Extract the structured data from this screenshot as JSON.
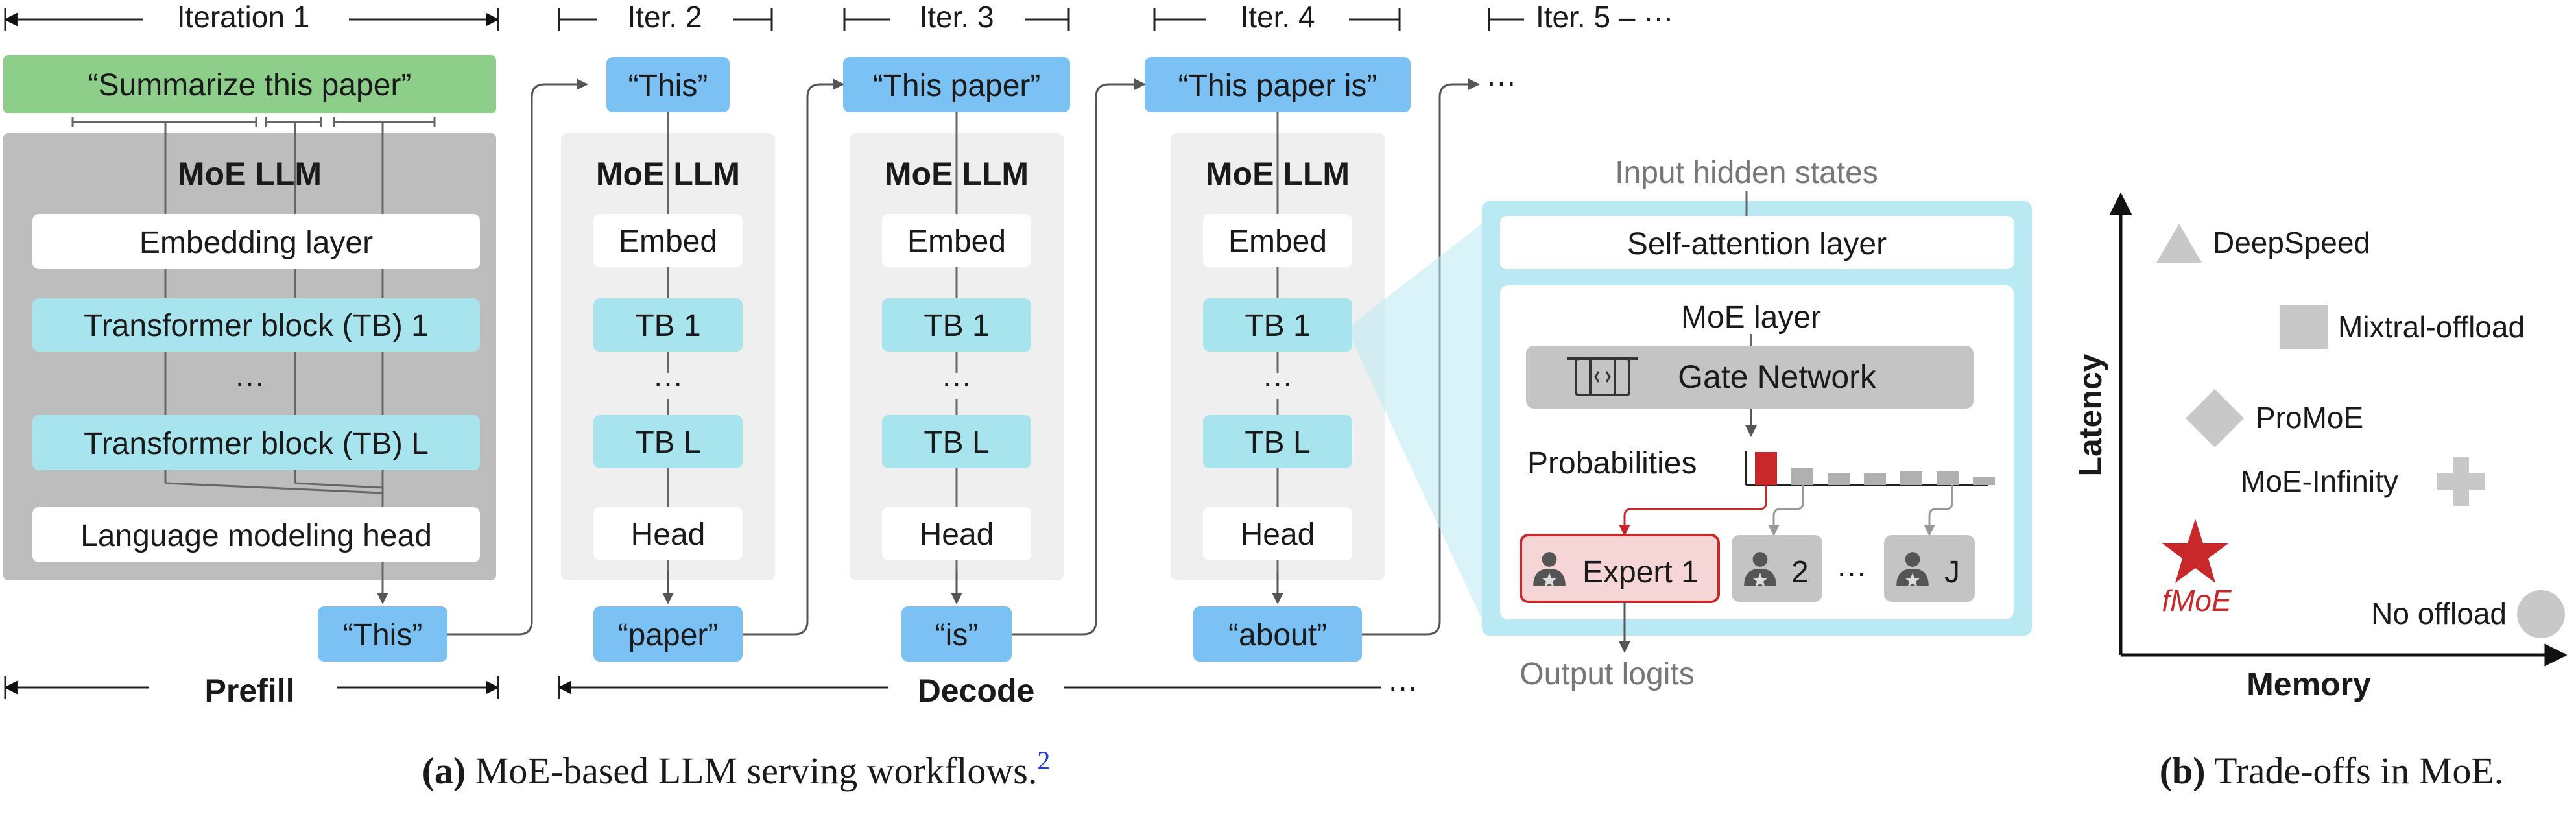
{
  "iterations": {
    "iter1": "Iteration 1",
    "iter2": "Iter. 2",
    "iter3": "Iter. 3",
    "iter4": "Iter. 4",
    "iter5": "Iter. 5 – ···"
  },
  "prompt": "“Summarize this paper”",
  "llm_title": "MoE LLM",
  "prefill_block": {
    "embedding": "Embedding layer",
    "tb1": "Transformer block (TB) 1",
    "dots": "···",
    "tbl": "Transformer block (TB) L",
    "head": "Language modeling head"
  },
  "decode_block": {
    "embed": "Embed",
    "tb1": "TB 1",
    "dots": "···",
    "tbl": "TB L",
    "head": "Head"
  },
  "inputs": {
    "in2": "“This”",
    "in3": "“This paper”",
    "in4": "“This paper is”",
    "in5": "···"
  },
  "outputs": {
    "out1": "“This”",
    "out2": "“paper”",
    "out3": "“is”",
    "out4": "“about”"
  },
  "phases": {
    "prefill": "Prefill",
    "decode": "Decode",
    "decode_cont": "···"
  },
  "detail": {
    "input_states": "Input hidden states",
    "self_attention": "Self-attention layer",
    "moe_layer": "MoE layer",
    "gate": "Gate Network",
    "probabilities": "Probabilities",
    "expert1": "Expert 1",
    "expert2": "2",
    "expert_dots": "···",
    "expertJ": "J",
    "output_logits": "Output logits"
  },
  "probabilities": [
    0.85,
    0.45,
    0.3,
    0.3,
    0.35,
    0.35,
    0.2
  ],
  "tradeoff": {
    "ylabel": "Latency",
    "xlabel": "Memory",
    "systems": {
      "deepspeed": "DeepSpeed",
      "mixtral": "Mixtral-offload",
      "promoe": "ProMoE",
      "moeinf": "MoE-Infinity",
      "fmoe": "fMoE",
      "nooffload": "No offload"
    },
    "marker_color": "#c8c8c8",
    "highlight_color": "#c8282a"
  },
  "captions": {
    "a_label": "(a)",
    "a_text": " MoE-based LLM serving workflows.",
    "a_sup": "2",
    "b_label": "(b)",
    "b_text": " Trade-offs in MoE."
  },
  "colors": {
    "green": "#8dcf8a",
    "blue": "#7cc1f3",
    "light_blue": "#a8e4ee",
    "cyan_frame": "#b9e9f2",
    "gray_panel": "#bdbdbd",
    "light_panel": "#efefef",
    "red": "#c8282a"
  }
}
